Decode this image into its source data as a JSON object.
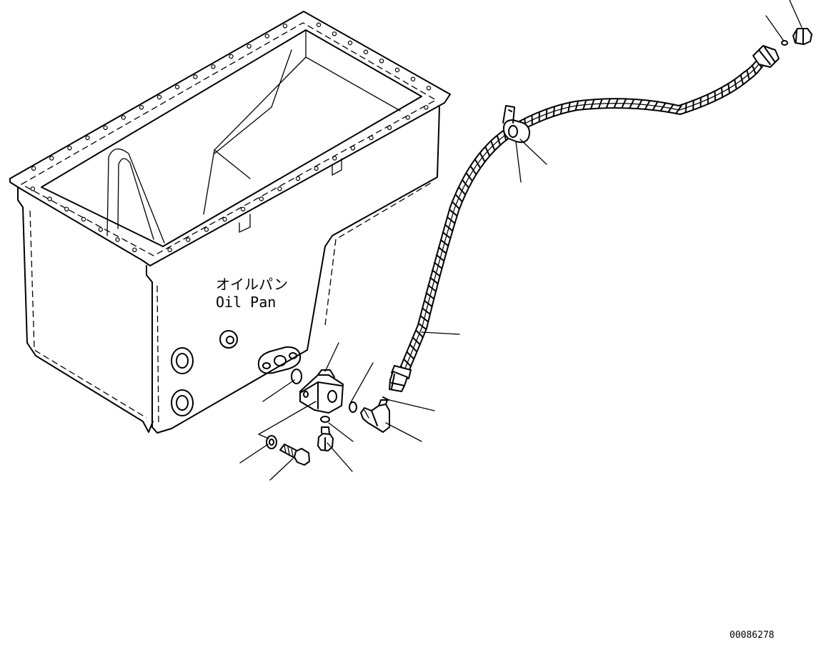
{
  "labels": {
    "part_jp": "オイルパン",
    "part_en": "Oil Pan",
    "drawing_number": "00086278"
  },
  "colors": {
    "line": "#000000",
    "background": "#ffffff"
  }
}
